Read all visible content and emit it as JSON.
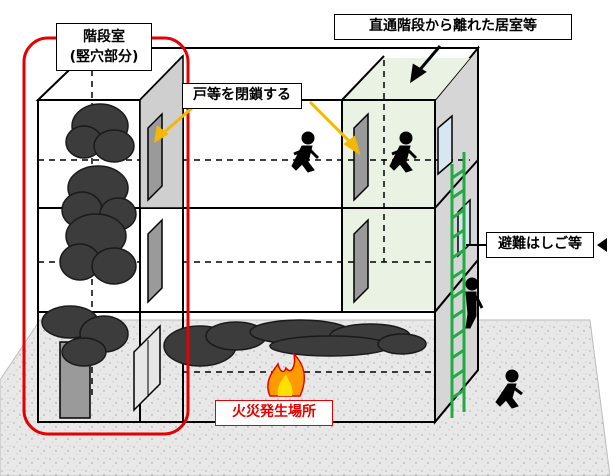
{
  "labels": {
    "stairwell_line1": "階段室",
    "stairwell_line2": "(竪穴部分)",
    "close_doors": "戸等を閉鎖する",
    "remote_room": "直通階段から離れた居室等",
    "escape_ladder": "避難はしご等",
    "fire_location": "火災発生場所"
  },
  "colors": {
    "stairwell_outline": "#e60000",
    "fire_label": "#e60000",
    "callout_arrow": "#f5b800",
    "ladder": "#22aa44",
    "smoke": "#3c3c3c",
    "room_tint": "#eaf2e4"
  },
  "icons": [
    "running-person-icon",
    "fire-icon",
    "door-icon",
    "smoke-cloud-icon",
    "window-icon",
    "escape-ladder-icon"
  ]
}
